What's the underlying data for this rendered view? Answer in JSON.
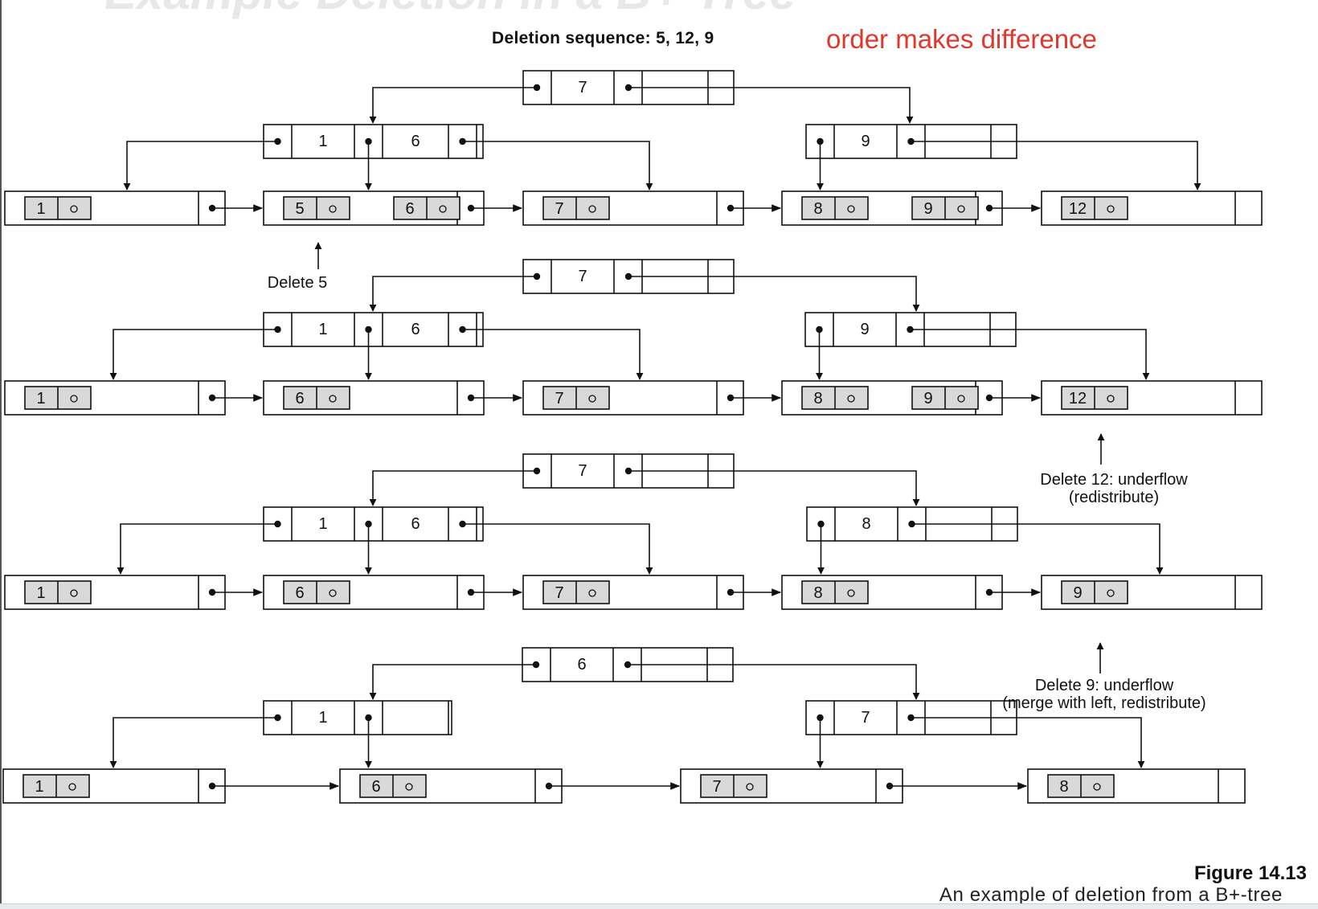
{
  "title_fragment": {
    "before": "Example",
    "highlight": "",
    "after": "Deletion in a B+-Tree"
  },
  "header": "Deletion sequence: 5, 12, 9",
  "note": "order makes difference",
  "annotations": {
    "delete5": "Delete 5",
    "delete12_line1": "Delete 12: underflow",
    "delete12_line2": "(redistribute)",
    "delete9_line1": "Delete 9: underflow",
    "delete9_line2": "(merge with left, redistribute)"
  },
  "caption": {
    "figure": "Figure 14.13",
    "text": "An example of deletion from a B+-tree"
  },
  "trees": [
    {
      "root": [
        "7"
      ],
      "left": [
        "1",
        "6"
      ],
      "right": [
        "9"
      ],
      "leaves": [
        [
          "1"
        ],
        [
          "5",
          "6"
        ],
        [
          "7"
        ],
        [
          "8",
          "9"
        ],
        [
          "12"
        ]
      ]
    },
    {
      "root": [
        "7"
      ],
      "left": [
        "1",
        "6"
      ],
      "right": [
        "9"
      ],
      "leaves": [
        [
          "1"
        ],
        [
          "6"
        ],
        [
          "7"
        ],
        [
          "8",
          "9"
        ],
        [
          "12"
        ]
      ]
    },
    {
      "root": [
        "7"
      ],
      "left": [
        "1",
        "6"
      ],
      "right": [
        "8"
      ],
      "leaves": [
        [
          "1"
        ],
        [
          "6"
        ],
        [
          "7"
        ],
        [
          "8"
        ],
        [
          "9"
        ]
      ]
    },
    {
      "root": [
        "6"
      ],
      "left": [
        "1"
      ],
      "right": [
        "7"
      ],
      "leaves": [
        [
          "1"
        ],
        [
          "6"
        ],
        [
          "7"
        ],
        [
          "8"
        ]
      ]
    }
  ]
}
